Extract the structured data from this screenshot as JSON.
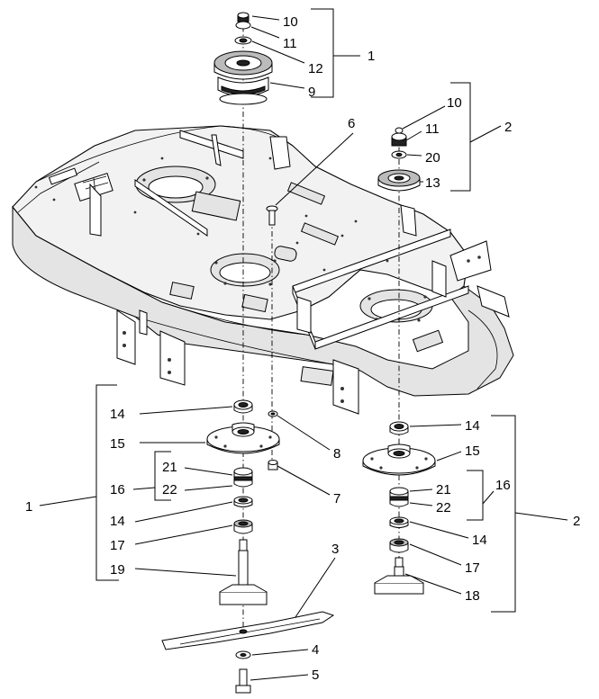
{
  "callouts": {
    "c10a": "10",
    "c11a": "11",
    "c12": "12",
    "c9": "9",
    "c1a": "1",
    "c6": "6",
    "c10b": "10",
    "c11b": "11",
    "c20": "20",
    "c13": "13",
    "c2a": "2",
    "c14a": "14",
    "c15a": "15",
    "c21a": "21",
    "c22a": "22",
    "c16a": "16",
    "c14b": "14",
    "c17a": "17",
    "c19": "19",
    "c1b": "1",
    "c8": "8",
    "c7": "7",
    "c14c": "14",
    "c15b": "15",
    "c21b": "21",
    "c16b": "16",
    "c22b": "22",
    "c2b": "2",
    "c14d": "14",
    "c17b": "17",
    "c18": "18",
    "c3": "3",
    "c4": "4",
    "c5": "5"
  }
}
